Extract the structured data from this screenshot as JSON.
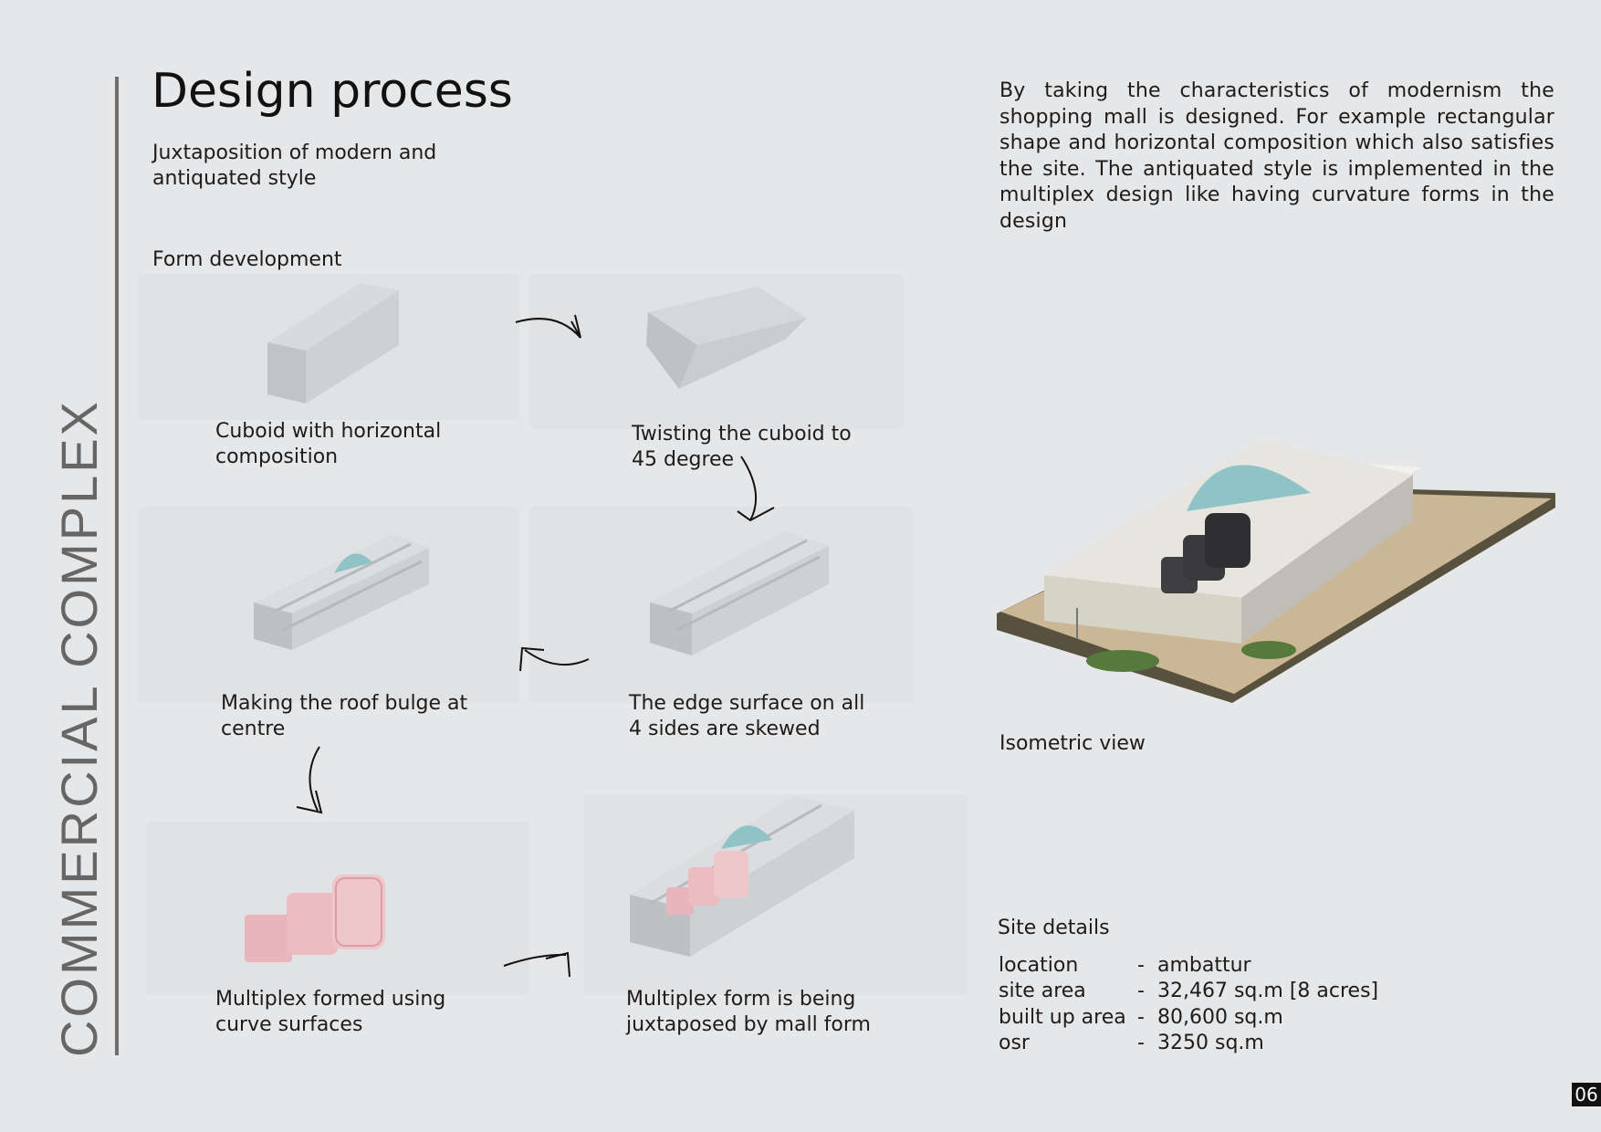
{
  "side_title": "COMMERCIAL COMPLEX",
  "title": "Design process",
  "subtitle": "Juxtaposition of modern and antiquated style",
  "form_development_label": "Form development",
  "description": "By taking the characteristics of modernism the shopping mall is designed. For example rectangular shape and horizontal composition which also satisfies the site. The antiquated style is implemented in the multiplex design like having curvature forms in the design",
  "steps": [
    {
      "line1": "Cuboid with horizontal",
      "line2": "composition"
    },
    {
      "line1": "Twisting the cuboid to",
      "line2": "45 degree"
    },
    {
      "line1": "Making the roof bulge at",
      "line2": "centre"
    },
    {
      "line1": "The edge surface on all",
      "line2": "4 sides are skewed"
    },
    {
      "line1": "Multiplex formed using",
      "line2": "curve surfaces"
    },
    {
      "line1": "Multiplex form is being",
      "line2": "juxtaposed by mall form"
    }
  ],
  "isometric_label": "Isometric view",
  "site_details": {
    "title": "Site details",
    "separator": "-",
    "rows": [
      {
        "key": "location",
        "value": "ambattur"
      },
      {
        "key": "site area",
        "value": "32,467 sq.m [8 acres]"
      },
      {
        "key": "built up area",
        "value": "80,600 sq.m"
      },
      {
        "key": "osr",
        "value": "3250 sq.m"
      }
    ]
  },
  "page_number": "06",
  "colors": {
    "background": "#e6e7e9",
    "form_grey": "#c9cacc",
    "bulge_teal": "#8fc3c5",
    "multiplex_pink": "#e8b8bc",
    "rule": "#6d6d6d"
  }
}
